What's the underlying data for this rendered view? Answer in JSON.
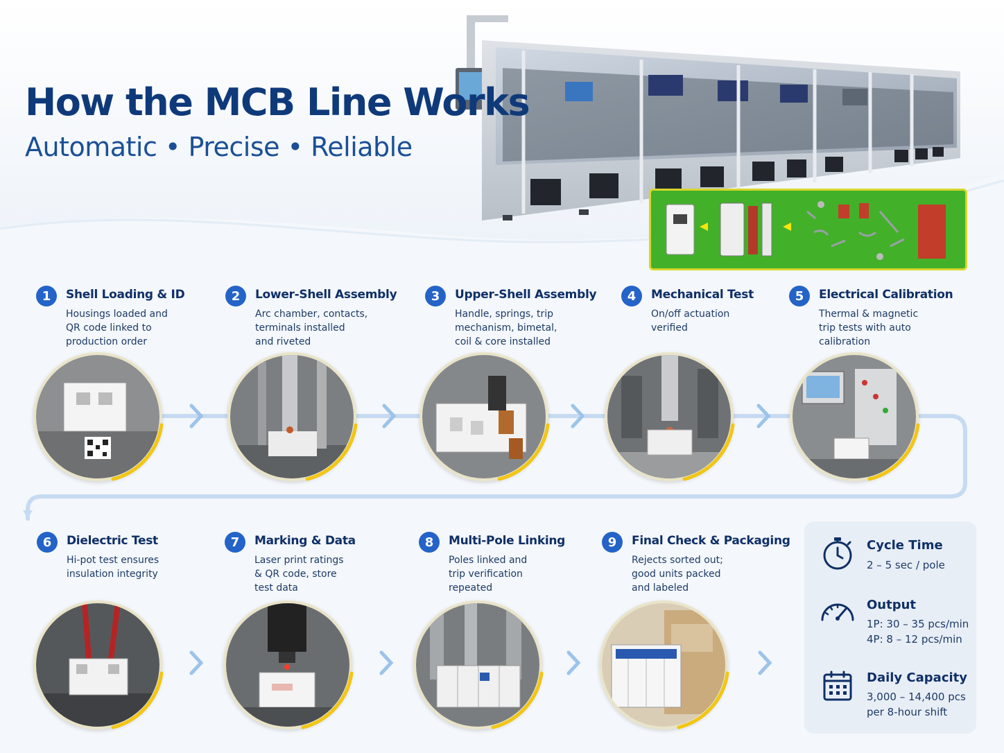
{
  "header": {
    "title": "How the MCB Line Works",
    "subtitle": "Automatic • Precise • Reliable"
  },
  "steps": [
    {
      "num": "1",
      "title": "Shell Loading & ID",
      "desc": "Housings loaded and\nQR code linked to\nproduction order",
      "photo_icon": "qr-housing-photo"
    },
    {
      "num": "2",
      "title": "Lower-Shell Assembly",
      "desc": "Arc chamber, contacts,\nterminals installed\nand riveted",
      "photo_icon": "riveting-photo"
    },
    {
      "num": "3",
      "title": "Upper-Shell Assembly",
      "desc": "Handle, springs, trip\nmechanism, bimetal,\ncoil & core installed",
      "photo_icon": "coil-assembly-photo"
    },
    {
      "num": "4",
      "title": "Mechanical Test",
      "desc": "On/off actuation\nverified",
      "photo_icon": "actuation-photo"
    },
    {
      "num": "5",
      "title": "Electrical Calibration",
      "desc": "Thermal & magnetic\ntrip tests with auto\ncalibration",
      "photo_icon": "calibration-photo"
    },
    {
      "num": "6",
      "title": "Dielectric Test",
      "desc": "Hi-pot test ensures\ninsulation integrity",
      "photo_icon": "hipot-photo"
    },
    {
      "num": "7",
      "title": "Marking & Data",
      "desc": "Laser print ratings\n& QR code, store\ntest data",
      "photo_icon": "laser-photo"
    },
    {
      "num": "8",
      "title": "Multi-Pole Linking",
      "desc": "Poles linked and\ntrip verification\nrepeated",
      "photo_icon": "multipole-photo"
    },
    {
      "num": "9",
      "title": "Final Check & Packaging",
      "desc": "Rejects sorted out;\ngood units packed\nand labeled",
      "photo_icon": "packaging-photo"
    }
  ],
  "stats": [
    {
      "title": "Cycle Time",
      "value": "2 – 5 sec / pole",
      "icon": "stopwatch-icon"
    },
    {
      "title": "Output",
      "value": "1P: 30 – 35 pcs/min\n4P: 8 – 12 pcs/min",
      "icon": "gauge-icon"
    },
    {
      "title": "Daily Capacity",
      "value": "3,000 – 14,400 pcs\nper 8-hour shift",
      "icon": "calendar-icon"
    }
  ],
  "colors": {
    "accent": "#2463c7",
    "title": "#0f3a7a",
    "flow_line": "#b9d3ee",
    "ring": "#f2c615",
    "parts_bg": "#43b02a"
  }
}
